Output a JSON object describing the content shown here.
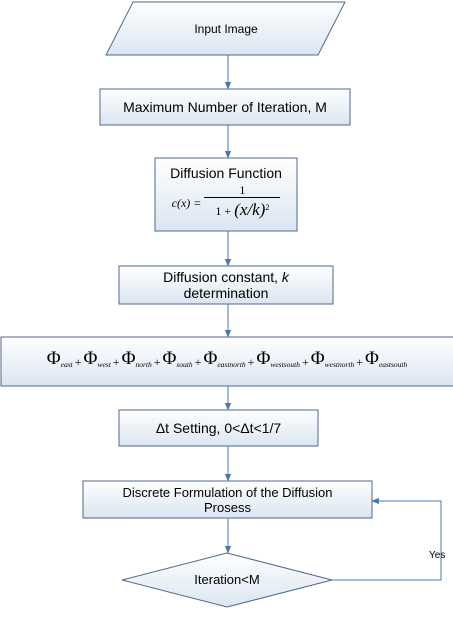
{
  "colors": {
    "box_fill_top": "#ffffff",
    "box_fill_bottom": "#dbe5f1",
    "border": "#4f6a8c",
    "arrow": "#4a78ad"
  },
  "nodes": {
    "input": {
      "label": "Input Image"
    },
    "max_iter": {
      "label": "Maximum Number of Iteration, M"
    },
    "diffusion_fn": {
      "title": "Diffusion Function",
      "lhs": "c(x) = ",
      "numerator": "1",
      "denominator_prefix": "1 + ",
      "denominator_term": "(x/k)",
      "exponent": "2"
    },
    "diff_const": {
      "line1_prefix": "Diffusion constant, ",
      "line1_var": "k",
      "line2": "determination"
    },
    "flux_sum": {
      "terms": [
        {
          "symbol": "Φ",
          "sub": "east"
        },
        {
          "symbol": "Φ",
          "sub": "west"
        },
        {
          "symbol": "Φ",
          "sub": "north"
        },
        {
          "symbol": "Φ",
          "sub": "south"
        },
        {
          "symbol": "Φ",
          "sub": "eastnorth"
        },
        {
          "symbol": "Φ",
          "sub": "westsouth"
        },
        {
          "symbol": "Φ",
          "sub": "westnorth"
        },
        {
          "symbol": "Φ",
          "sub": "eastsouth"
        }
      ],
      "operator": "+"
    },
    "dt_setting": {
      "label": "Δt Setting, 0<Δt<1/7"
    },
    "discrete": {
      "label": "Discrete Formulation of the Diffusion Prosess"
    },
    "decision": {
      "label": "Iteration<M"
    }
  },
  "edges": {
    "loop_label": "Yes"
  }
}
